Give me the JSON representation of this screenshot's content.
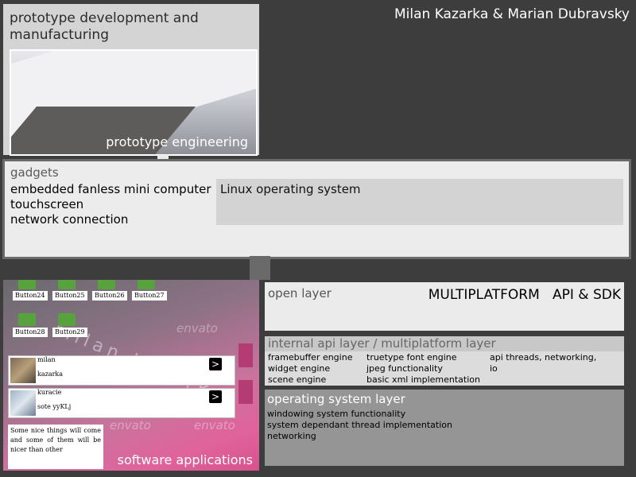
{
  "header": {
    "authors": "Milan Kazarka & Marian Dubravsky"
  },
  "prototype": {
    "title": "prototype development and manufacturing",
    "image_caption": "prototype engineering"
  },
  "gadgets": {
    "title": "gadgets",
    "items": [
      "embedded fanless mini computer",
      "touchscreen",
      "network connection"
    ],
    "os_box": "Linux operating system"
  },
  "apps": {
    "label": "software applications",
    "watermark_name": "milan kazarka",
    "watermarks": [
      "envato",
      "envato",
      "envato"
    ],
    "icons": [
      "Button24",
      "Button25",
      "Button26",
      "Button27",
      "Button28",
      "Button29"
    ],
    "cards": [
      {
        "line1": "milan",
        "line2": "kazarka",
        "button": ">"
      },
      {
        "line1": "kuracie",
        "line2": "sote yyKLj",
        "button": ">"
      }
    ],
    "note": "Some nice things will come and some of them will be nicer than other"
  },
  "open_layer": {
    "title": "open layer",
    "api": "MULTIPLATFORM   API & SDK"
  },
  "internal_layer": {
    "title": "internal api layer / multiplatform layer",
    "col1": [
      "framebuffer engine",
      "widget engine",
      "scene engine"
    ],
    "col2": [
      "truetype font engine",
      "jpeg functionality",
      "basic xml implementation"
    ],
    "col3": [
      "api threads, networking,",
      "io"
    ]
  },
  "os_layer": {
    "title": "operating system layer",
    "items": [
      "windowing system functionality",
      "system dependant thread implementation",
      "networking"
    ]
  }
}
